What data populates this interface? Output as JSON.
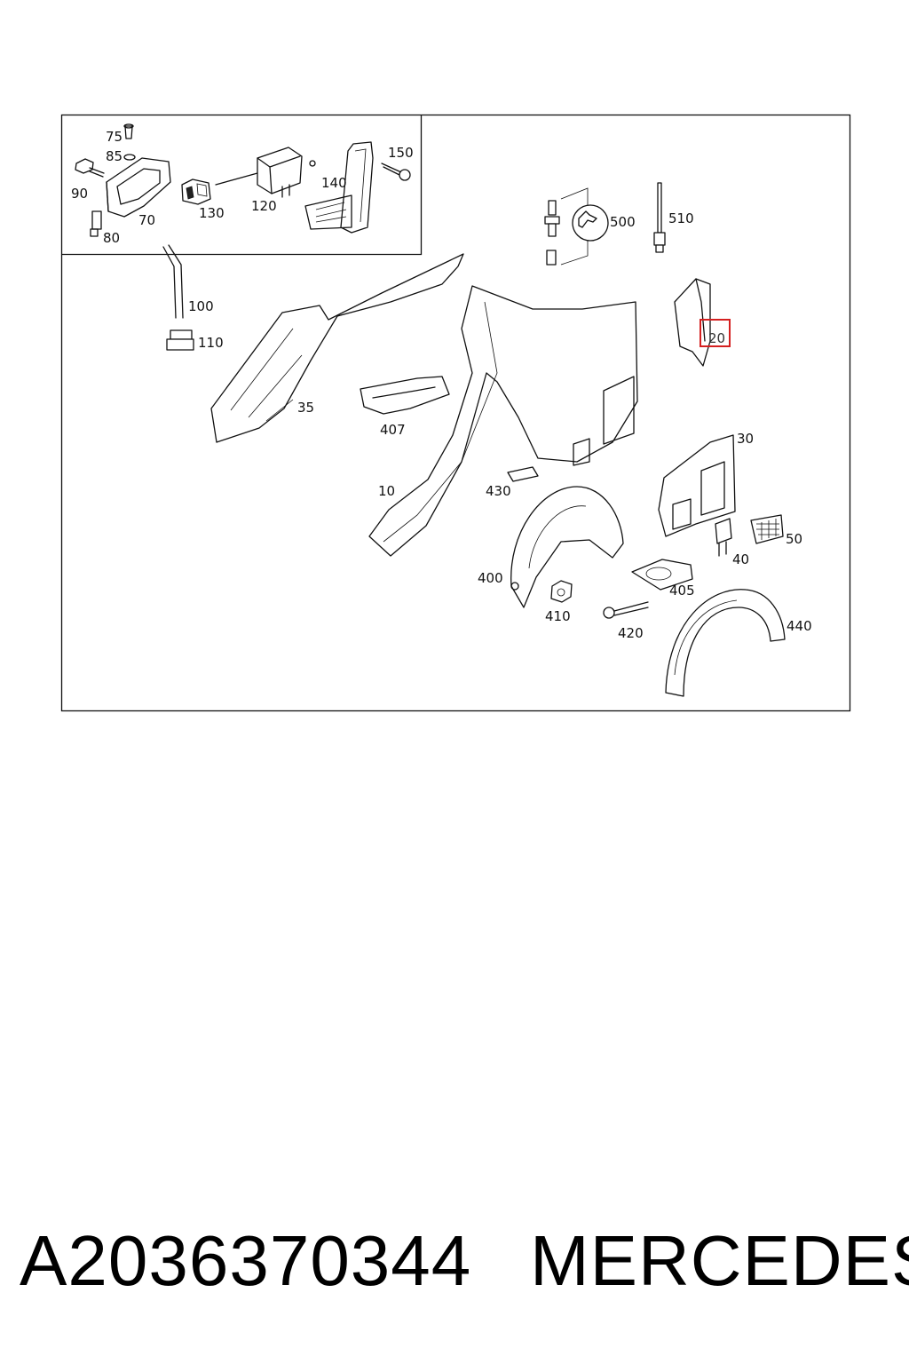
{
  "diagram": {
    "callouts": [
      {
        "id": "75",
        "text": "75"
      },
      {
        "id": "85",
        "text": "85"
      },
      {
        "id": "90",
        "text": "90"
      },
      {
        "id": "70",
        "text": "70"
      },
      {
        "id": "80",
        "text": "80"
      },
      {
        "id": "130",
        "text": "130"
      },
      {
        "id": "120",
        "text": "120"
      },
      {
        "id": "140",
        "text": "140"
      },
      {
        "id": "150",
        "text": "150"
      },
      {
        "id": "500",
        "text": "500"
      },
      {
        "id": "510",
        "text": "510"
      },
      {
        "id": "100",
        "text": "100"
      },
      {
        "id": "110",
        "text": "110"
      },
      {
        "id": "20",
        "text": "20",
        "highlighted": true
      },
      {
        "id": "35",
        "text": "35"
      },
      {
        "id": "407",
        "text": "407"
      },
      {
        "id": "30",
        "text": "30"
      },
      {
        "id": "10",
        "text": "10"
      },
      {
        "id": "430",
        "text": "430"
      },
      {
        "id": "50",
        "text": "50"
      },
      {
        "id": "40",
        "text": "40"
      },
      {
        "id": "400",
        "text": "400"
      },
      {
        "id": "405",
        "text": "405"
      },
      {
        "id": "410",
        "text": "410"
      },
      {
        "id": "420",
        "text": "420"
      },
      {
        "id": "440",
        "text": "440"
      }
    ],
    "highlight_color": "#d42020"
  },
  "footer": {
    "part_number": "A2036370344",
    "brand": "MERCEDES"
  }
}
